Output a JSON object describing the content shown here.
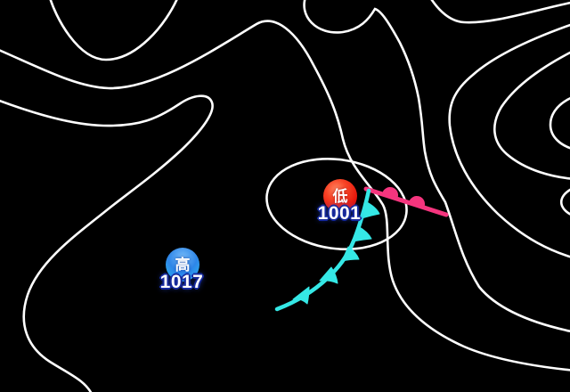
{
  "weather_map": {
    "background_color": "#000000",
    "isobar_color": "#ffffff",
    "systems": {
      "low": {
        "label": "低",
        "pressure": "1001",
        "circle_color": "#e51208",
        "label_color": "#ffffff",
        "value_color": "#ffffff",
        "value_outline_color": "#16299d"
      },
      "high": {
        "label": "高",
        "pressure": "1017",
        "circle_color": "#2e86e8",
        "label_color": "#ffffff",
        "value_color": "#ffffff",
        "value_outline_color": "#16299d"
      }
    },
    "fronts": {
      "cold": {
        "name": "cold-front",
        "color": "#35e8e6"
      },
      "warm": {
        "name": "warm-front",
        "color": "#f5357e"
      }
    }
  }
}
